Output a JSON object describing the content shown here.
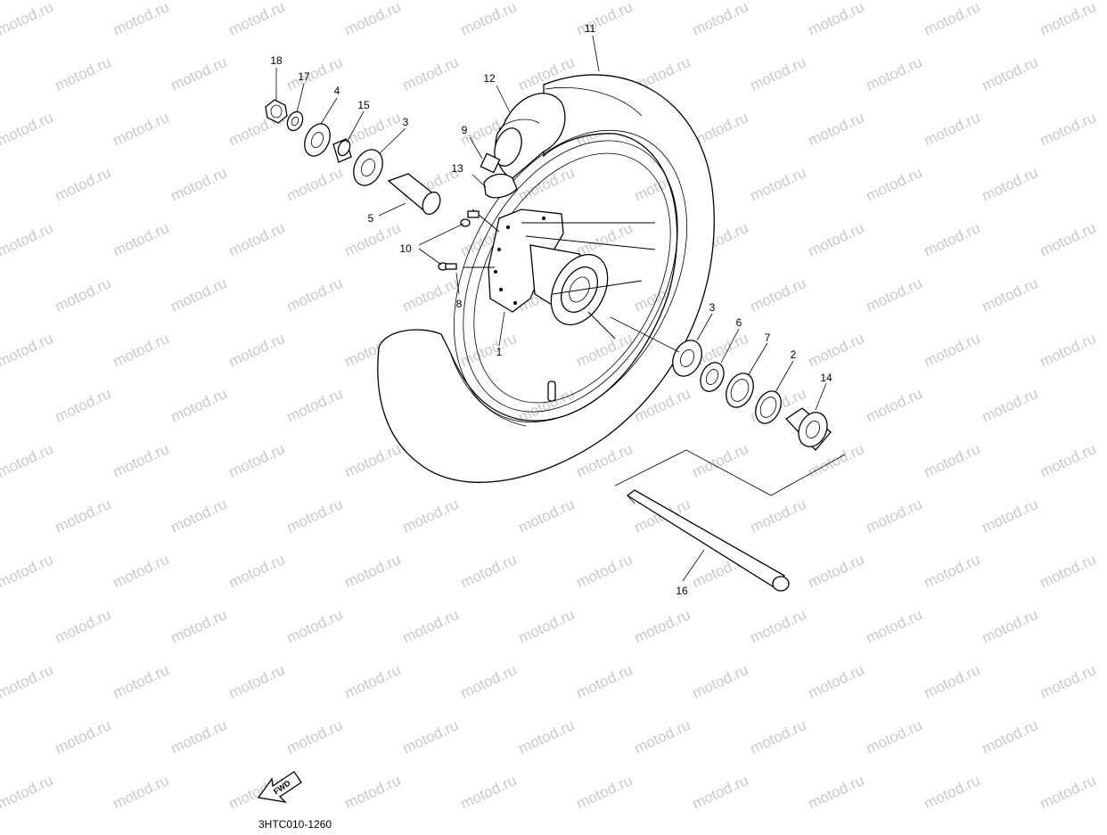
{
  "watermark": "motod.ru",
  "diagram_code": "3HTC010-1260",
  "fwd_label": "FWD",
  "callouts": [
    {
      "id": "c1",
      "text": "1"
    },
    {
      "id": "c2",
      "text": "2"
    },
    {
      "id": "c3a",
      "text": "3"
    },
    {
      "id": "c3b",
      "text": "3"
    },
    {
      "id": "c4",
      "text": "4"
    },
    {
      "id": "c5",
      "text": "5"
    },
    {
      "id": "c6",
      "text": "6"
    },
    {
      "id": "c7",
      "text": "7"
    },
    {
      "id": "c8",
      "text": "8"
    },
    {
      "id": "c9",
      "text": "9"
    },
    {
      "id": "c10",
      "text": "10"
    },
    {
      "id": "c11",
      "text": "11"
    },
    {
      "id": "c12",
      "text": "12"
    },
    {
      "id": "c13",
      "text": "13"
    },
    {
      "id": "c14",
      "text": "14"
    },
    {
      "id": "c15",
      "text": "15"
    },
    {
      "id": "c16",
      "text": "16"
    },
    {
      "id": "c17",
      "text": "17"
    },
    {
      "id": "c18",
      "text": "18"
    }
  ]
}
